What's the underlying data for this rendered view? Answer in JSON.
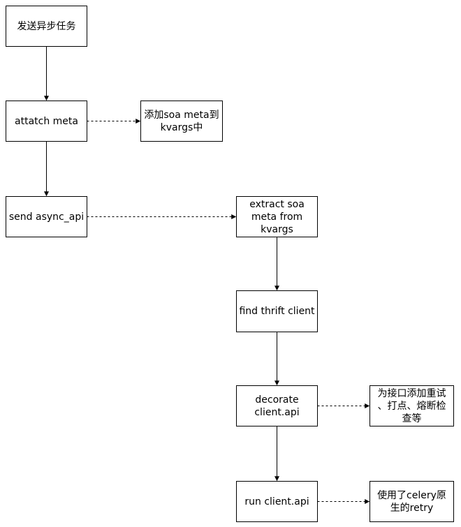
{
  "diagram": {
    "nodes": {
      "send_async_task": {
        "label": "发送异步任务"
      },
      "attach_meta": {
        "label": "attatch meta"
      },
      "add_soa_meta": {
        "label": "添加soa meta到\nkvargs中"
      },
      "send_async_api": {
        "label": "send async_api"
      },
      "extract_soa_meta": {
        "label": "extract soa\nmeta from\nkvargs"
      },
      "find_thrift_client": {
        "label": "find thrift client"
      },
      "decorate_client_api": {
        "label": "decorate\nclient.api"
      },
      "interface_features": {
        "label": "为接口添加重试\n、打点、熔断检\n查等"
      },
      "run_client_api": {
        "label": "run client.api"
      },
      "celery_retry": {
        "label": "使用了celery原\n生的retry"
      }
    },
    "edges": [
      {
        "from": "send_async_task",
        "to": "attach_meta",
        "style": "solid"
      },
      {
        "from": "attach_meta",
        "to": "add_soa_meta",
        "style": "dashed"
      },
      {
        "from": "attach_meta",
        "to": "send_async_api",
        "style": "solid"
      },
      {
        "from": "send_async_api",
        "to": "extract_soa_meta",
        "style": "dashed"
      },
      {
        "from": "extract_soa_meta",
        "to": "find_thrift_client",
        "style": "solid"
      },
      {
        "from": "find_thrift_client",
        "to": "decorate_client_api",
        "style": "solid"
      },
      {
        "from": "decorate_client_api",
        "to": "interface_features",
        "style": "dashed"
      },
      {
        "from": "decorate_client_api",
        "to": "run_client_api",
        "style": "solid"
      },
      {
        "from": "run_client_api",
        "to": "celery_retry",
        "style": "dashed"
      }
    ]
  },
  "colors": {
    "stroke": "#000000",
    "fill": "#ffffff",
    "background": "#ffffff"
  }
}
